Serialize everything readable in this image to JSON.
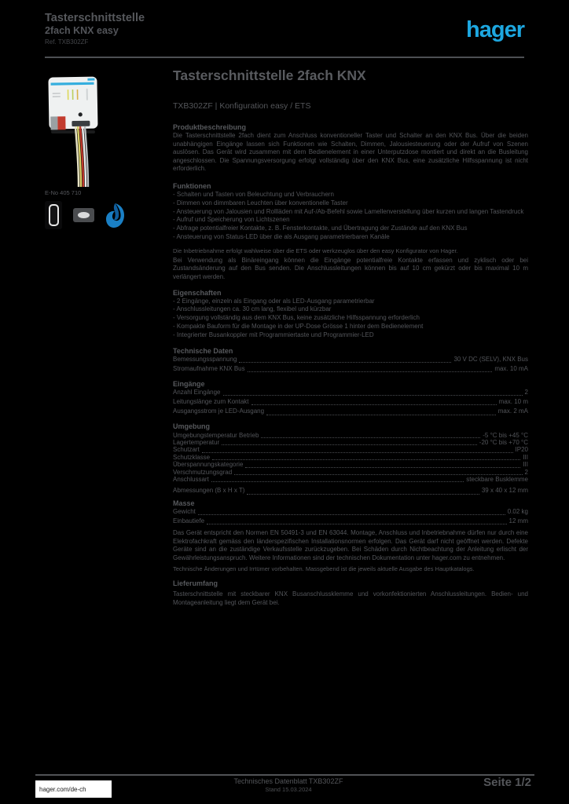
{
  "header": {
    "line1": "Tasterschnittstelle",
    "line2": "2fach KNX easy",
    "line3": "Ref. TXB302ZF",
    "logo_text": "hager",
    "logo_color": "#1da7e0"
  },
  "product": {
    "eno_label": "E-No 405 710",
    "icons": [
      "product-front-icon",
      "flush-box-icon",
      "easy-config-icon"
    ]
  },
  "main": {
    "title": "Tasterschnittstelle 2fach KNX",
    "subtitle": "TXB302ZF | Konfiguration easy / ETS",
    "sections": [
      {
        "heading": "Produktbeschreibung",
        "paragraph": "Die Tasterschnittstelle 2fach dient zum Anschluss konventioneller Taster und Schalter an den KNX Bus. Über die beiden unabhängigen Eingänge lassen sich Funktionen wie Schalten, Dimmen, Jalousiesteuerung oder der Aufruf von Szenen auslösen. Das Gerät wird zusammen mit dem Bedienelement in einer Unterputzdose montiert und direkt an die Busleitung angeschlossen. Die Spannungsversorgung erfolgt vollständig über den KNX Bus, eine zusätzliche Hilfsspannung ist nicht erforderlich."
      },
      {
        "heading": "Funktionen",
        "bullets": [
          "- Schalten und Tasten von Beleuchtung und Verbrauchern",
          "- Dimmen von dimmbaren Leuchten über konventionelle Taster",
          "- Ansteuerung von Jalousien und Rollläden mit Auf-/Ab-Befehl sowie Lamellenverstellung über kurzen und langen Tastendruck",
          "- Aufruf und Speicherung von Lichtszenen",
          "- Abfrage potentialfreier Kontakte, z. B. Fensterkontakte, und Übertragung der Zustände auf den KNX Bus",
          "- Ansteuerung von Status-LED über die als Ausgang parametrierbaren Kanäle"
        ]
      },
      {
        "note": "Die Inbetriebnahme erfolgt wahlweise über die ETS oder werkzeuglos über den easy Konfigurator von Hager.",
        "paragraph": "Bei Verwendung als Binäreingang können die Eingänge potentialfreie Kontakte erfassen und zyklisch oder bei Zustandsänderung auf den Bus senden. Die Anschlussleitungen können bis auf 10 cm gekürzt oder bis maximal 10 m verlängert werden."
      },
      {
        "heading": "Eigenschaften",
        "bullets": [
          "- 2 Eingänge, einzeln als Eingang oder als LED-Ausgang parametrierbar",
          "- Anschlussleitungen ca. 30 cm lang, flexibel und kürzbar",
          "- Versorgung vollständig aus dem KNX Bus, keine zusätzliche Hilfsspannung erforderlich",
          "- Kompakte Bauform für die Montage in der UP-Dose Grösse 1 hinter dem Bedienelement",
          "- Integrierter Busankoppler mit Programmiertaste und Programmier-LED"
        ]
      },
      {
        "heading": "Technische Daten",
        "rows": [
          {
            "label": "Bemessungsspannung",
            "value": "30 V DC (SELV), KNX Bus"
          },
          {
            "label": "Stromaufnahme KNX Bus",
            "value": "max. 10 mA"
          }
        ]
      },
      {
        "heading": "Eingänge",
        "rows": [
          {
            "label": "Anzahl Eingänge",
            "value": "2"
          },
          {
            "label": "Leitungslänge zum Kontakt",
            "value": "max. 10 m"
          },
          {
            "label": "Ausgangsstrom je LED-Ausgang",
            "value": "max. 2 mA"
          }
        ]
      },
      {
        "heading": "Umgebung",
        "rows": [
          {
            "label": "Umgebungstemperatur Betrieb",
            "value": "-5 °C bis +45 °C"
          },
          {
            "label": "Lagertemperatur",
            "value": "-20 °C bis +70 °C"
          },
          {
            "label": "Schutzart",
            "value": "IP20"
          },
          {
            "label": "Schutzklasse",
            "value": "III"
          },
          {
            "label": "Überspannungskategorie",
            "value": "III"
          },
          {
            "label": "Verschmutzungsgrad",
            "value": "2"
          },
          {
            "label": "Anschlussart",
            "value": "steckbare Busklemme"
          }
        ],
        "leader_row": {
          "label": "Abmessungen (B x H x T)",
          "value": "39 x 40 x 12 mm"
        }
      },
      {
        "heading": "Masse",
        "rows": [
          {
            "label": "Gewicht",
            "value": "0.02 kg"
          },
          {
            "label": "Einbautiefe",
            "value": "12 mm"
          }
        ],
        "paragraph": "Das Gerät entspricht den Normen EN 50491-3 und EN 63044. Montage, Anschluss und Inbetriebnahme dürfen nur durch eine Elektrofachkraft gemäss den länderspezifischen Installationsnormen erfolgen. Das Gerät darf nicht geöffnet werden. Defekte Geräte sind an die zuständige Verkaufsstelle zurückzugeben. Bei Schäden durch Nichtbeachtung der Anleitung erlischt der Gewährleistungsanspruch. Weitere Informationen sind der technischen Dokumentation unter hager.com zu entnehmen.",
        "footnote": "Technische Änderungen und Irrtümer vorbehalten. Massgebend ist die jeweils aktuelle Ausgabe des Hauptkatalogs."
      },
      {
        "heading": "Lieferumfang",
        "paragraph": "Tasterschnittstelle mit steckbarer KNX Busanschlussklemme und vorkonfektionierten Anschlussleitungen. Bedien- und Montageanleitung liegt dem Gerät bei."
      }
    ]
  },
  "footer": {
    "site_link": "hager.com/de-ch",
    "center_line1": "Technisches Datenblatt TXB302ZF",
    "center_line2": "Stand 15.03.2024",
    "page_indicator": "Seite 1/2"
  }
}
